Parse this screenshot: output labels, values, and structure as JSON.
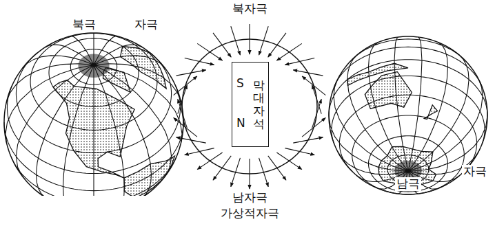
{
  "diagram": {
    "nodes": [
      {
        "text": [
          "S",
          "막대자석",
          "N"
        ]
      }
    ],
    "labels": [
      "북극",
      "자극",
      "북자극",
      "남자극",
      "가상적자극",
      "남극",
      "자극"
    ]
  }
}
